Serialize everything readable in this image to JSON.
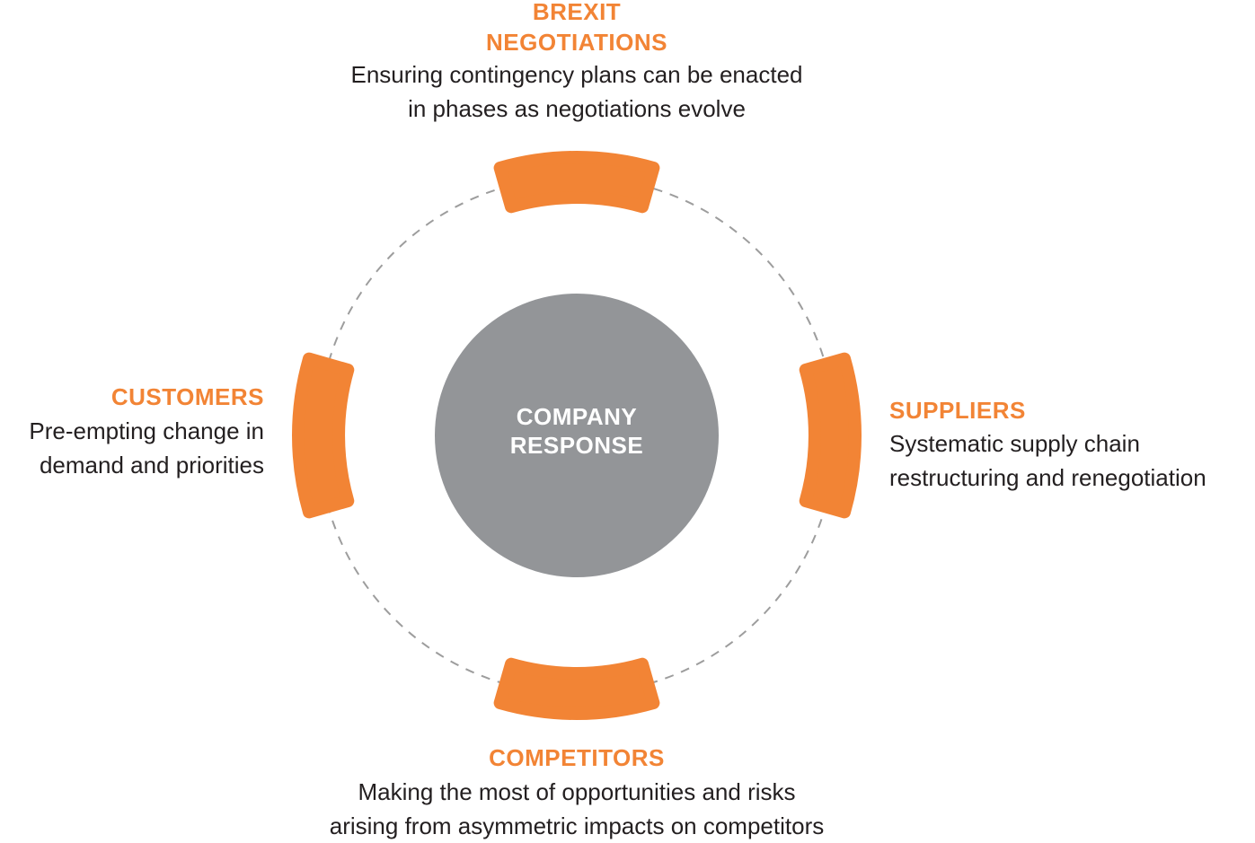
{
  "colors": {
    "accent": "#f28435",
    "hub": "#939598",
    "ring": "#9d9d9d",
    "text": "#231f20"
  },
  "center": {
    "label": "COMPANY\nRESPONSE"
  },
  "nodes": {
    "top": {
      "title": "BREXIT\nNEGOTIATIONS",
      "description": "Ensuring contingency plans can be enacted\nin phases as negotiations evolve"
    },
    "right": {
      "title": "SUPPLIERS",
      "description": "Systematic supply chain\nrestructuring and renegotiation"
    },
    "bottom": {
      "title": "COMPETITORS",
      "description": "Making the most of opportunities and risks\narising from asymmetric impacts on competitors"
    },
    "left": {
      "title": "CUSTOMERS",
      "description": "Pre-empting change in\ndemand and priorities"
    }
  }
}
